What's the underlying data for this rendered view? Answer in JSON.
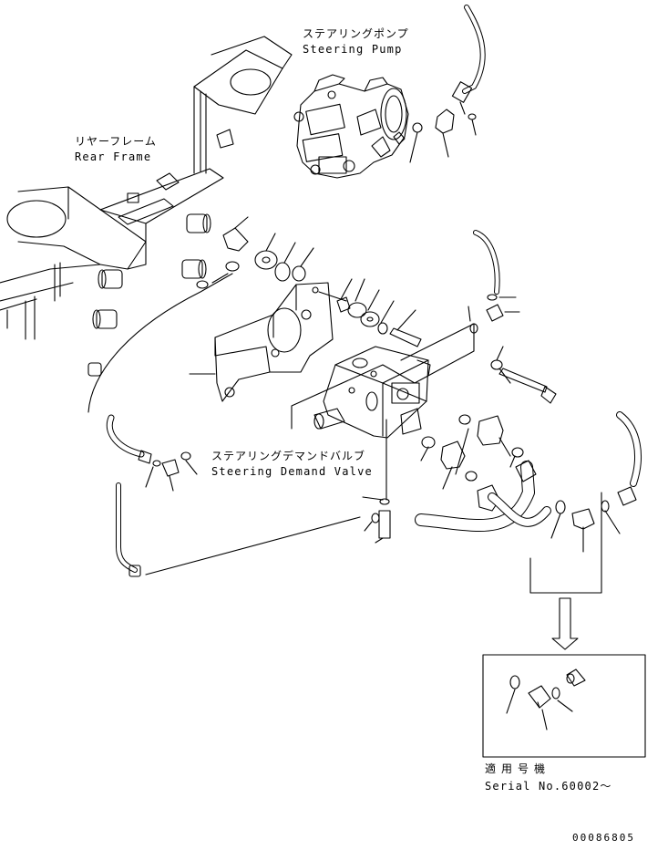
{
  "labels": {
    "steering_pump_jp": "ステアリングポンプ",
    "steering_pump_en": "Steering Pump",
    "rear_frame_jp": "リヤーフレーム",
    "rear_frame_en": "Rear Frame",
    "demand_valve_jp": "ステアリングデマンドバルブ",
    "demand_valve_en": "Steering Demand Valve",
    "serial_jp": "適用号機",
    "serial_en": "Serial No.60002～"
  },
  "document_number": "00086805"
}
